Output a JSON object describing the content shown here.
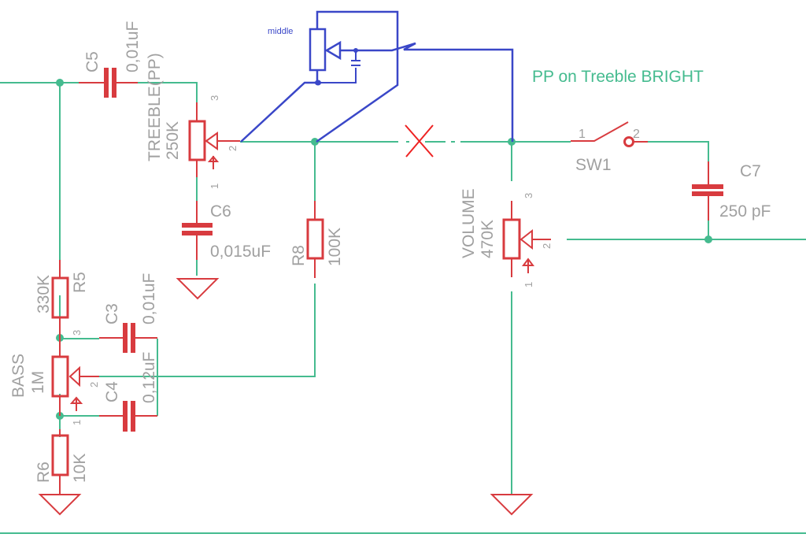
{
  "schematic": {
    "annotation": "PP on Treeble BRIGHT",
    "middle_label": "middle",
    "components": {
      "c5": {
        "name": "C5",
        "value": "0,01uF"
      },
      "treble": {
        "name": "TREEBLE(PP)",
        "value": "250K",
        "pins": [
          "1",
          "2",
          "3"
        ]
      },
      "c6": {
        "name": "C6",
        "value": "0,015uF"
      },
      "r8": {
        "name": "R8",
        "value": "100K"
      },
      "r5": {
        "name": "R5",
        "value": "330K"
      },
      "bass": {
        "name": "BASS",
        "value": "1M",
        "pins": [
          "1",
          "2",
          "3"
        ]
      },
      "c3": {
        "name": "C3",
        "value": "0,01uF"
      },
      "c4": {
        "name": "C4",
        "value": "0,12uF"
      },
      "r6": {
        "name": "R6",
        "value": "10K"
      },
      "volume": {
        "name": "VOLUME",
        "value": "470K",
        "pins": [
          "1",
          "2",
          "3"
        ]
      },
      "sw1": {
        "name": "SW1",
        "pins": [
          "1",
          "2"
        ]
      },
      "c7": {
        "name": "C7",
        "value": "250 pF"
      }
    },
    "colors": {
      "wire": "#45bb8f",
      "part": "#d83b3f",
      "mod_wire": "#3a47c8",
      "label": "#a0a0a0",
      "cut_mark": "#ee2222"
    }
  }
}
